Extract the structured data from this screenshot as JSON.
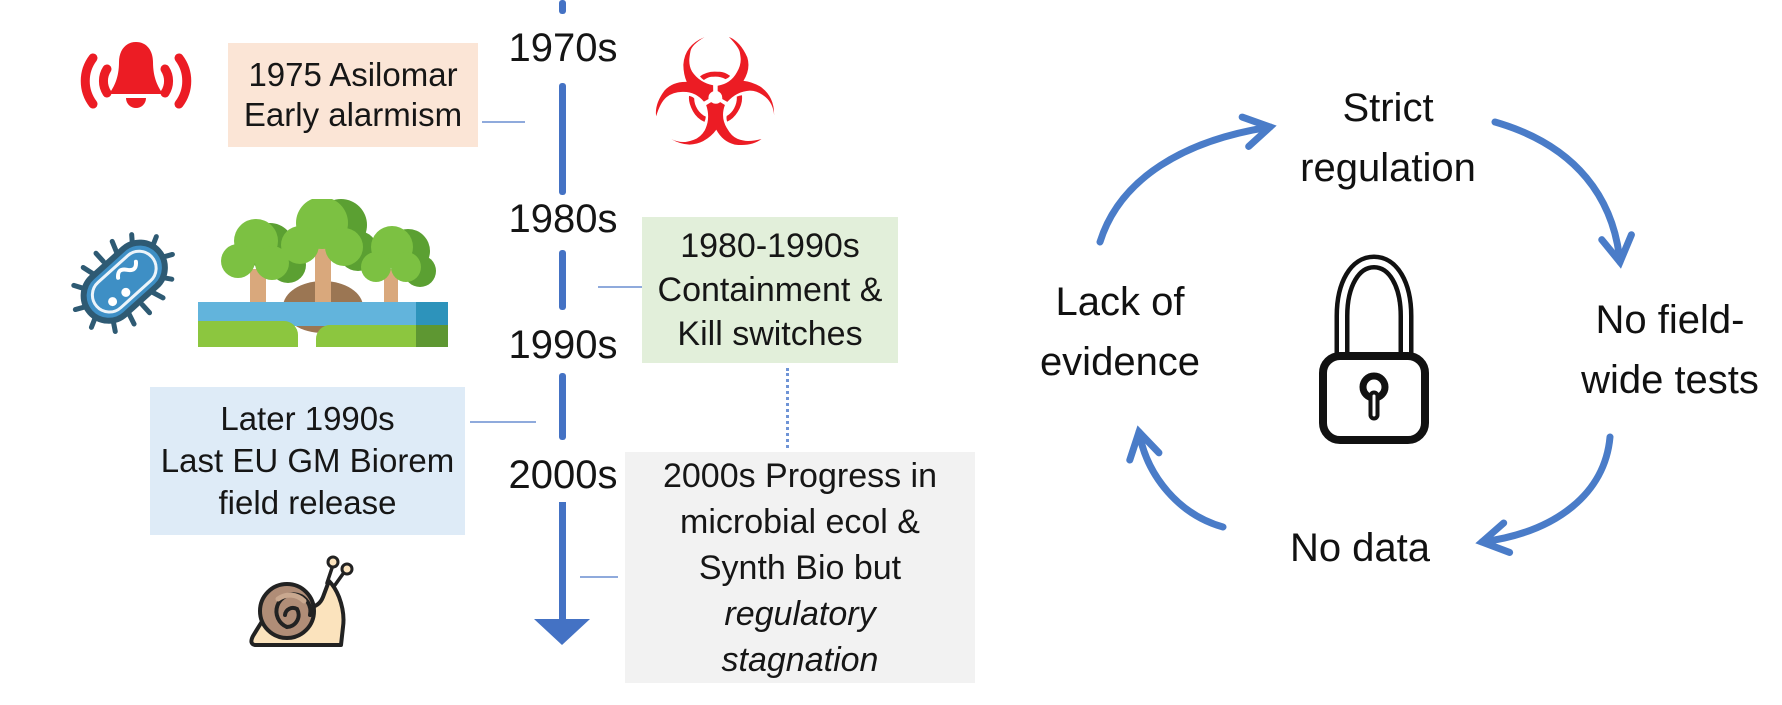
{
  "colors": {
    "accent_blue": "#4472C4",
    "connector_blue": "#8FAADC",
    "arrow_blue": "#4A7CC8",
    "alert_red": "#EC1C24",
    "box_peach": "#FBE5D6",
    "box_green": "#E2EFDA",
    "box_blue": "#DEEBF7",
    "box_gray": "#F2F2F2",
    "text_dark": "#1A1A1A"
  },
  "timeline": {
    "decades": [
      "1970s",
      "1980s",
      "1990s",
      "2000s"
    ],
    "events": [
      {
        "id": "asilomar",
        "lines": [
          "1975 Asilomar",
          "Early alarmism"
        ]
      },
      {
        "id": "containment",
        "lines": [
          "1980-1990s",
          "Containment &",
          "Kill switches"
        ]
      },
      {
        "id": "eu-field-release",
        "lines": [
          "Later 1990s",
          "Last EU GM Biorem",
          "field release"
        ]
      },
      {
        "id": "stagnation",
        "lines": [
          "2000s Progress in",
          "microbial ecol &",
          "Synth Bio but",
          "regulatory",
          "stagnation"
        ]
      }
    ],
    "icons": [
      "alarm-bell",
      "biohazard",
      "bacteria",
      "forest-wetland",
      "snail"
    ],
    "biohazard_glyph": "☣"
  },
  "cycle": {
    "top": {
      "lines": [
        "Strict",
        "regulation"
      ]
    },
    "right": {
      "lines": [
        "No field-",
        "wide tests"
      ]
    },
    "bottom": {
      "lines": [
        "No data"
      ]
    },
    "left": {
      "lines": [
        "Lack of",
        "evidence"
      ]
    },
    "center_icon": "padlock"
  }
}
